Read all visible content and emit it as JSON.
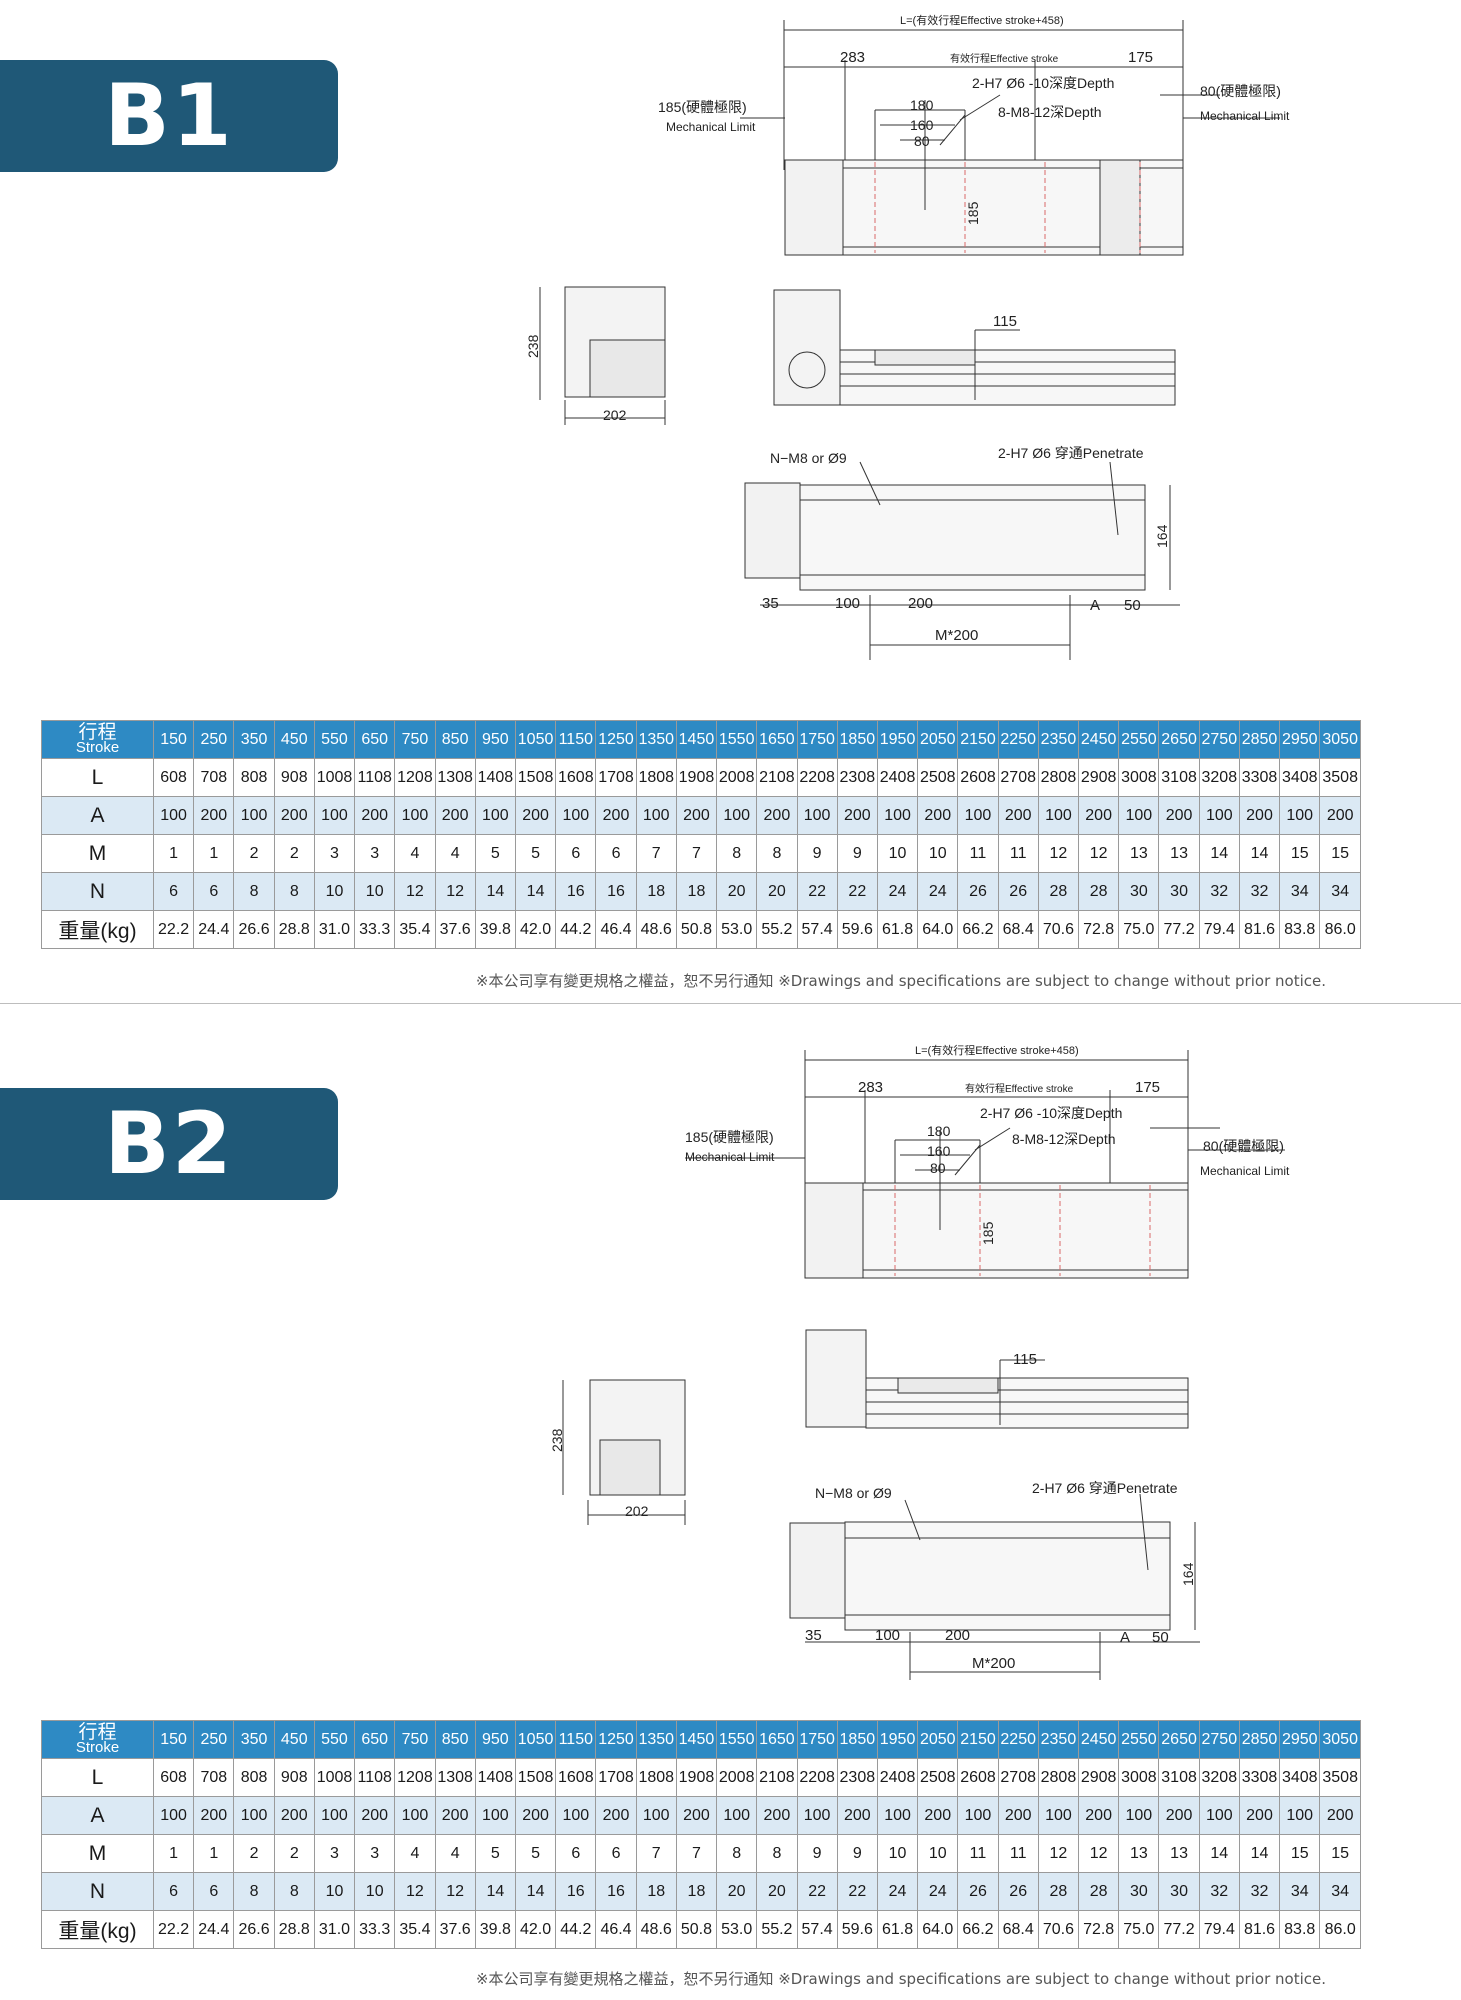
{
  "sections": [
    {
      "model": "B1",
      "drawing": {
        "overall_length": "L=(有效行程Effective stroke+458)",
        "dim_left": "283",
        "effective_stroke": "有效行程Effective stroke",
        "dim_right": "175",
        "hole_top": "2-H7 Ø6 -10深度Depth",
        "hole_mid": "8-M8-12深Depth",
        "limit_left_zh": "185(硬體極限)",
        "limit_left_en": "Mechanical Limit",
        "limit_right_zh": "80(硬體極限)",
        "limit_right_en": "Mechanical Limit",
        "d180": "180",
        "d160": "160",
        "d80": "80",
        "d185": "185",
        "d238": "238",
        "d202": "202",
        "d115": "115",
        "hole_bottom_left": "N−M8 or Ø9",
        "hole_bottom_right": "2-H7 Ø6 穿通Penetrate",
        "d164": "164",
        "d35": "35",
        "d100": "100",
        "d200": "200",
        "dA": "A",
        "d50": "50",
        "dM": "M*200"
      },
      "table": {
        "header_zh": "行程",
        "header_en": "Stroke",
        "strokes": [
          "150",
          "250",
          "350",
          "450",
          "550",
          "650",
          "750",
          "850",
          "950",
          "1050",
          "1150",
          "1250",
          "1350",
          "1450",
          "1550",
          "1650",
          "1750",
          "1850",
          "1950",
          "2050",
          "2150",
          "2250",
          "2350",
          "2450",
          "2550",
          "2650",
          "2750",
          "2850",
          "2950",
          "3050"
        ],
        "rows": [
          {
            "label": "L",
            "values": [
              "608",
              "708",
              "808",
              "908",
              "1008",
              "1108",
              "1208",
              "1308",
              "1408",
              "1508",
              "1608",
              "1708",
              "1808",
              "1908",
              "2008",
              "2108",
              "2208",
              "2308",
              "2408",
              "2508",
              "2608",
              "2708",
              "2808",
              "2908",
              "3008",
              "3108",
              "3208",
              "3308",
              "3408",
              "3508"
            ]
          },
          {
            "label": "A",
            "values": [
              "100",
              "200",
              "100",
              "200",
              "100",
              "200",
              "100",
              "200",
              "100",
              "200",
              "100",
              "200",
              "100",
              "200",
              "100",
              "200",
              "100",
              "200",
              "100",
              "200",
              "100",
              "200",
              "100",
              "200",
              "100",
              "200",
              "100",
              "200",
              "100",
              "200"
            ]
          },
          {
            "label": "M",
            "values": [
              "1",
              "1",
              "2",
              "2",
              "3",
              "3",
              "4",
              "4",
              "5",
              "5",
              "6",
              "6",
              "7",
              "7",
              "8",
              "8",
              "9",
              "9",
              "10",
              "10",
              "11",
              "11",
              "12",
              "12",
              "13",
              "13",
              "14",
              "14",
              "15",
              "15"
            ]
          },
          {
            "label": "N",
            "values": [
              "6",
              "6",
              "8",
              "8",
              "10",
              "10",
              "12",
              "12",
              "14",
              "14",
              "16",
              "16",
              "18",
              "18",
              "20",
              "20",
              "22",
              "22",
              "24",
              "24",
              "26",
              "26",
              "28",
              "28",
              "30",
              "30",
              "32",
              "32",
              "34",
              "34"
            ]
          },
          {
            "label": "重量(kg)",
            "values": [
              "22.2",
              "24.4",
              "26.6",
              "28.8",
              "31.0",
              "33.3",
              "35.4",
              "37.6",
              "39.8",
              "42.0",
              "44.2",
              "46.4",
              "48.6",
              "50.8",
              "53.0",
              "55.2",
              "57.4",
              "59.6",
              "61.8",
              "64.0",
              "66.2",
              "68.4",
              "70.6",
              "72.8",
              "75.0",
              "77.2",
              "79.4",
              "81.6",
              "83.8",
              "86.0"
            ]
          }
        ]
      },
      "note": "※本公司享有變更規格之權益，恕不另行通知 ※Drawings and specifications are subject to change without prior notice."
    },
    {
      "model": "B2",
      "drawing": {
        "overall_length": "L=(有效行程Effective stroke+458)",
        "dim_left": "283",
        "effective_stroke": "有效行程Effective stroke",
        "dim_right": "175",
        "hole_top": "2-H7 Ø6 -10深度Depth",
        "hole_mid": "8-M8-12深Depth",
        "limit_left_zh": "185(硬體極限)",
        "limit_left_en": "Mechanical Limit",
        "limit_right_zh": "80(硬體極限)",
        "limit_right_en": "Mechanical Limit",
        "d180": "180",
        "d160": "160",
        "d80": "80",
        "d185": "185",
        "d238": "238",
        "d202": "202",
        "d115": "115",
        "hole_bottom_left": "N−M8 or Ø9",
        "hole_bottom_right": "2-H7 Ø6 穿通Penetrate",
        "d164": "164",
        "d35": "35",
        "d100": "100",
        "d200": "200",
        "dA": "A",
        "d50": "50",
        "dM": "M*200"
      },
      "table": {
        "header_zh": "行程",
        "header_en": "Stroke",
        "strokes": [
          "150",
          "250",
          "350",
          "450",
          "550",
          "650",
          "750",
          "850",
          "950",
          "1050",
          "1150",
          "1250",
          "1350",
          "1450",
          "1550",
          "1650",
          "1750",
          "1850",
          "1950",
          "2050",
          "2150",
          "2250",
          "2350",
          "2450",
          "2550",
          "2650",
          "2750",
          "2850",
          "2950",
          "3050"
        ],
        "rows": [
          {
            "label": "L",
            "values": [
              "608",
              "708",
              "808",
              "908",
              "1008",
              "1108",
              "1208",
              "1308",
              "1408",
              "1508",
              "1608",
              "1708",
              "1808",
              "1908",
              "2008",
              "2108",
              "2208",
              "2308",
              "2408",
              "2508",
              "2608",
              "2708",
              "2808",
              "2908",
              "3008",
              "3108",
              "3208",
              "3308",
              "3408",
              "3508"
            ]
          },
          {
            "label": "A",
            "values": [
              "100",
              "200",
              "100",
              "200",
              "100",
              "200",
              "100",
              "200",
              "100",
              "200",
              "100",
              "200",
              "100",
              "200",
              "100",
              "200",
              "100",
              "200",
              "100",
              "200",
              "100",
              "200",
              "100",
              "200",
              "100",
              "200",
              "100",
              "200",
              "100",
              "200"
            ]
          },
          {
            "label": "M",
            "values": [
              "1",
              "1",
              "2",
              "2",
              "3",
              "3",
              "4",
              "4",
              "5",
              "5",
              "6",
              "6",
              "7",
              "7",
              "8",
              "8",
              "9",
              "9",
              "10",
              "10",
              "11",
              "11",
              "12",
              "12",
              "13",
              "13",
              "14",
              "14",
              "15",
              "15"
            ]
          },
          {
            "label": "N",
            "values": [
              "6",
              "6",
              "8",
              "8",
              "10",
              "10",
              "12",
              "12",
              "14",
              "14",
              "16",
              "16",
              "18",
              "18",
              "20",
              "20",
              "22",
              "22",
              "24",
              "24",
              "26",
              "26",
              "28",
              "28",
              "30",
              "30",
              "32",
              "32",
              "34",
              "34"
            ]
          },
          {
            "label": "重量(kg)",
            "values": [
              "22.2",
              "24.4",
              "26.6",
              "28.8",
              "31.0",
              "33.3",
              "35.4",
              "37.6",
              "39.8",
              "42.0",
              "44.2",
              "46.4",
              "48.6",
              "50.8",
              "53.0",
              "55.2",
              "57.4",
              "59.6",
              "61.8",
              "64.0",
              "66.2",
              "68.4",
              "70.6",
              "72.8",
              "75.0",
              "77.2",
              "79.4",
              "81.6",
              "83.8",
              "86.0"
            ]
          }
        ]
      },
      "note": "※本公司享有變更規格之權益，恕不另行通知 ※Drawings and specifications are subject to change without prior notice."
    }
  ]
}
